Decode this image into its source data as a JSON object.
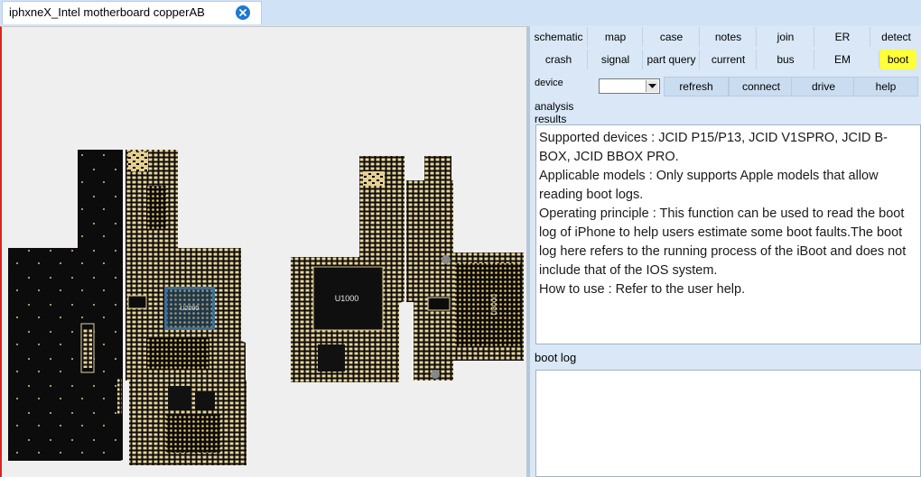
{
  "tab": {
    "title": "iphxneX_Intel motherboard copperAB",
    "close_icon": "close-icon"
  },
  "viewer": {
    "chip_labels": [
      "U1000",
      "U8000",
      "U2000"
    ]
  },
  "toolbar": {
    "row1": [
      "schematic",
      "map",
      "case",
      "notes",
      "join",
      "ER",
      "detect"
    ],
    "row2": [
      "crash",
      "signal",
      "part query",
      "current",
      "bus",
      "EM",
      "boot"
    ],
    "active": "boot"
  },
  "device": {
    "label": "device",
    "value": ""
  },
  "actions": [
    "refresh",
    "connect",
    "drive",
    "help"
  ],
  "analysis": {
    "label": "analysis results",
    "lines": [
      "Supported devices : JCID P15/P13, JCID V1SPRO, JCID B-BOX, JCID BBOX PRO.",
      "Applicable models : Only supports Apple models that allow reading boot logs.",
      "Operating principle : This function can be used to read the boot log of iPhone to help users estimate some boot faults.The boot log here refers to the running process of the iBoot and does not include that of the IOS system.",
      "How to use : Refer to the user help."
    ]
  },
  "bootlog": {
    "label": "boot log",
    "content": ""
  },
  "colors": {
    "accent": "#1f78d1",
    "active": "#ffff3a",
    "board": "#0c0c0c",
    "copper": "#e9d49a"
  }
}
